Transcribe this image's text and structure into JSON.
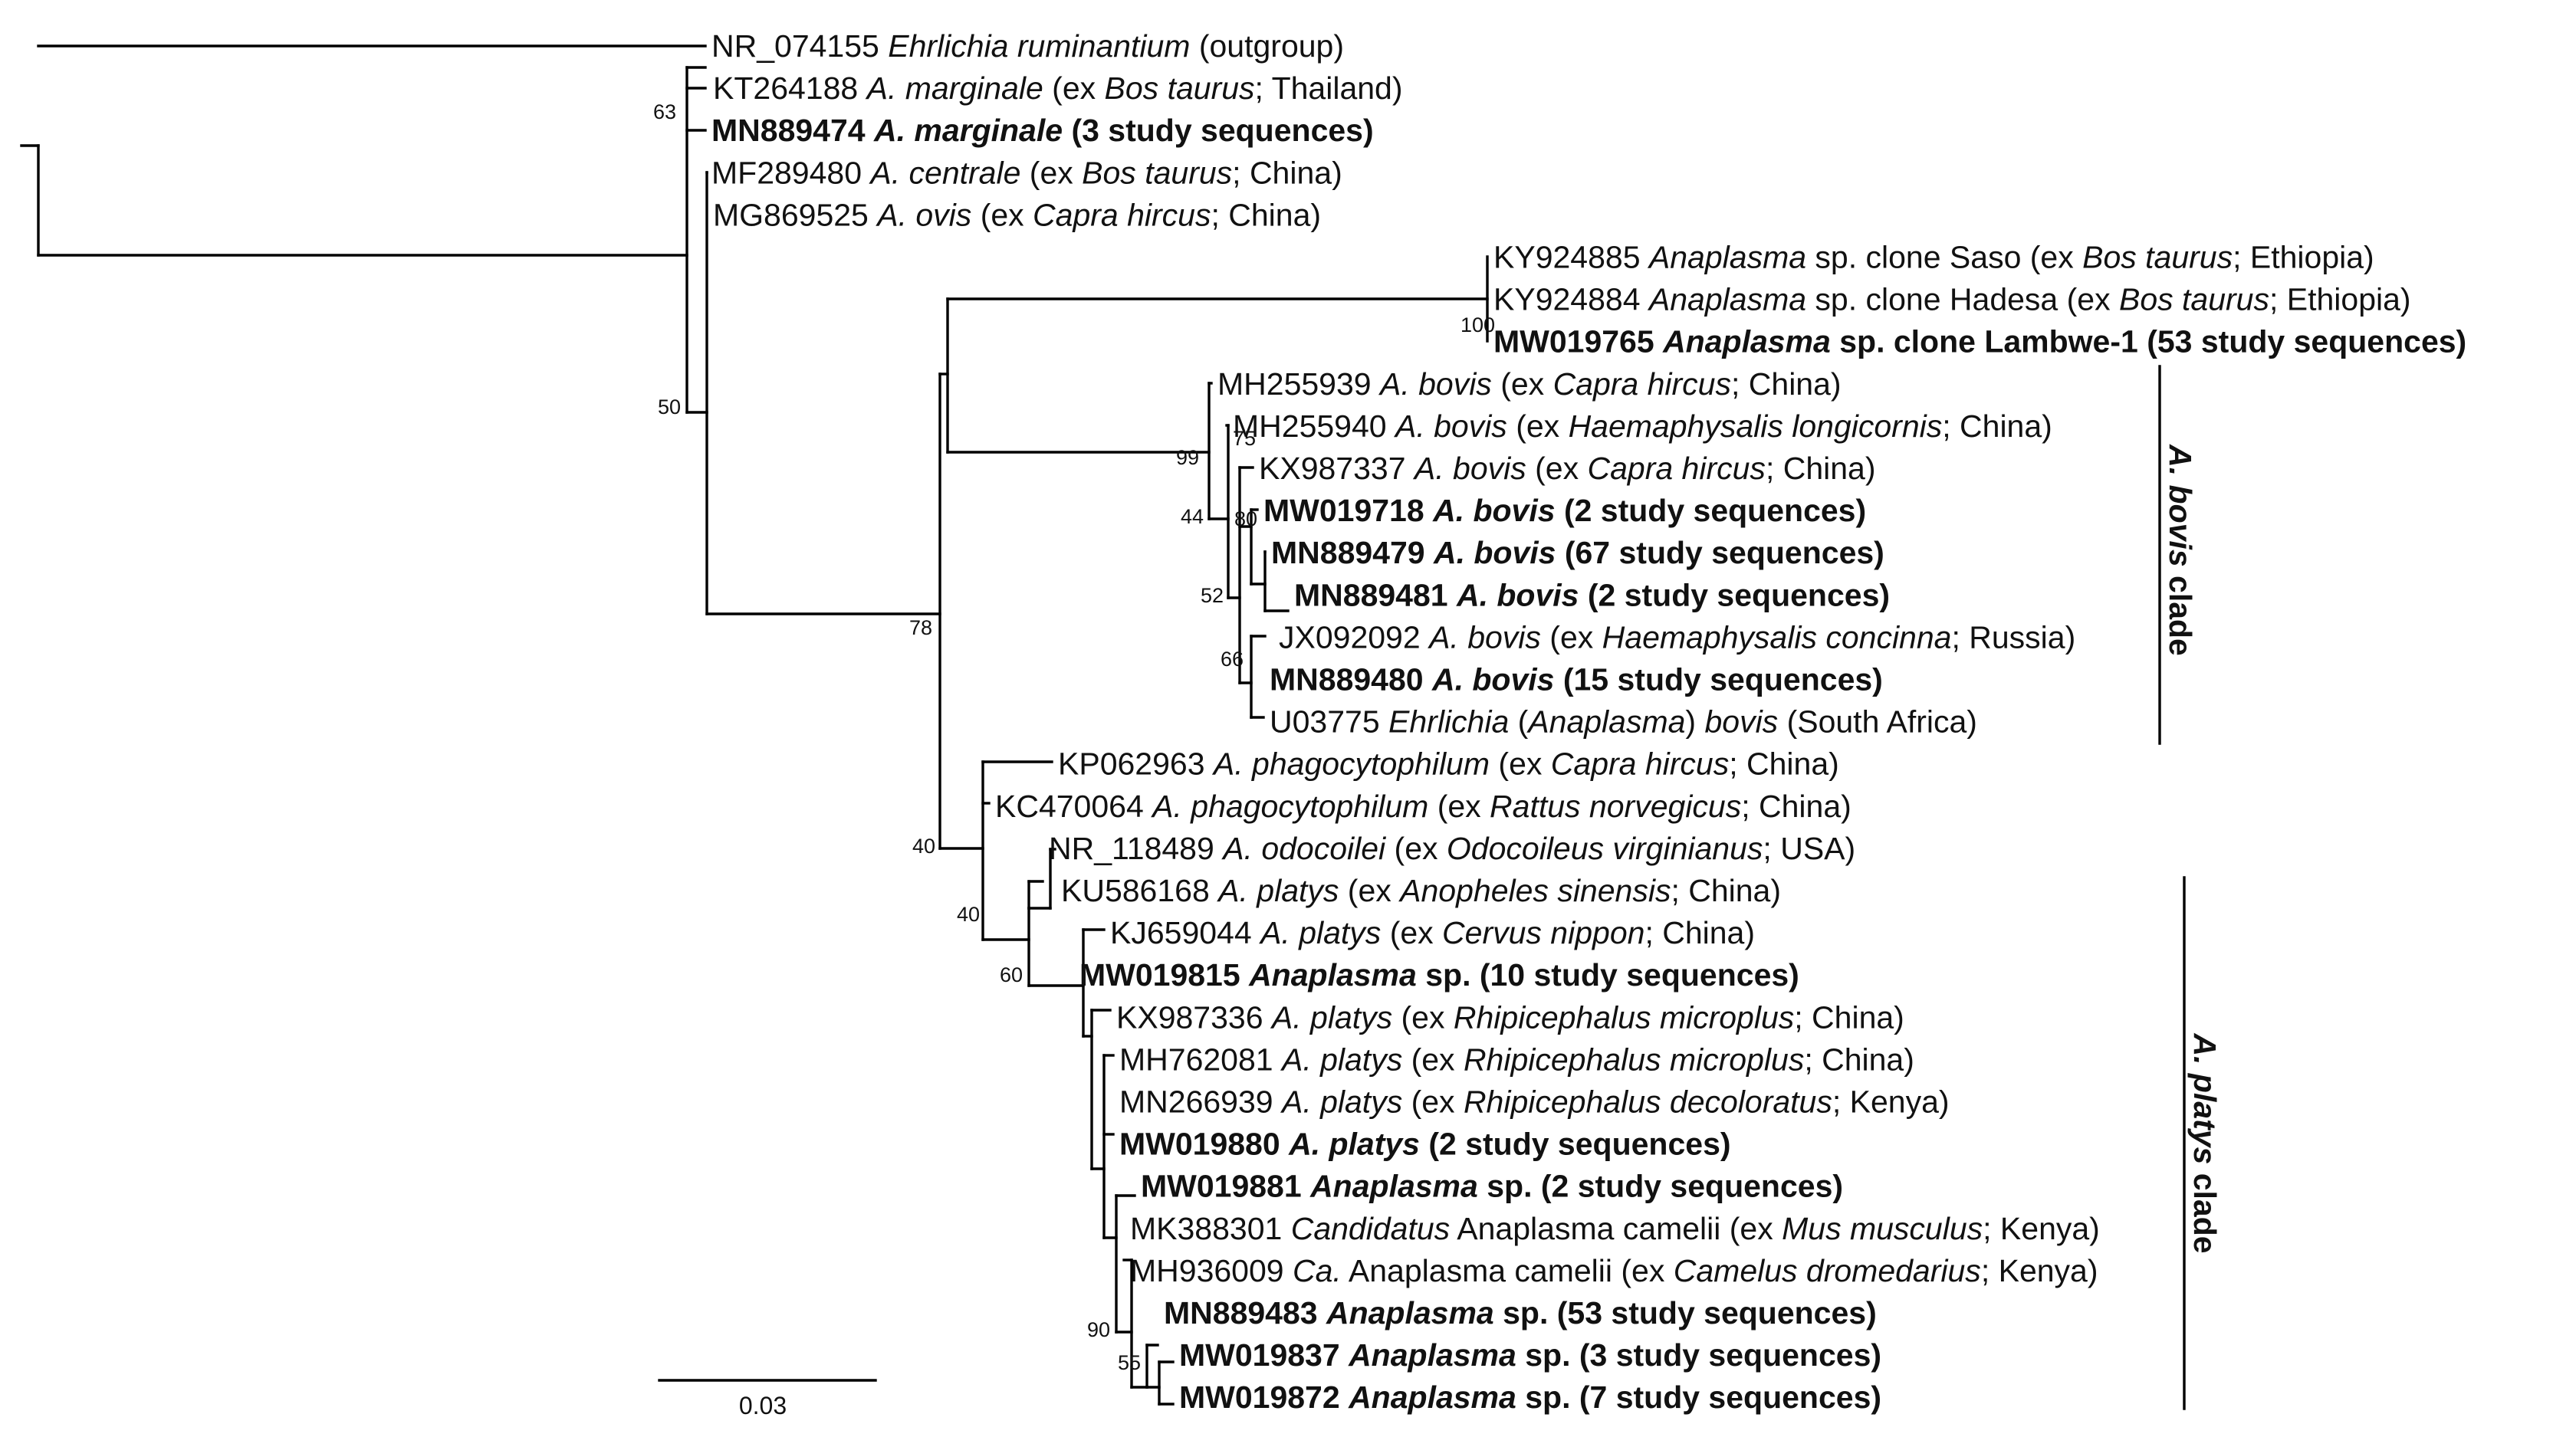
{
  "scale_bar": {
    "label": "0.03"
  },
  "clades": [
    {
      "id": "bovis",
      "prefix": "A. bovis",
      "suffix": " clade"
    },
    {
      "id": "platys",
      "prefix": "A. platys",
      "suffix": " clade"
    }
  ],
  "leaves": [
    {
      "id": "L0",
      "bold": false,
      "parts": [
        {
          "t": "NR_074155 "
        },
        {
          "t": "Ehrlichia ruminantium",
          "i": true
        },
        {
          "t": " (outgroup)"
        }
      ]
    },
    {
      "id": "L1",
      "bold": false,
      "parts": [
        {
          "t": "KT264188 "
        },
        {
          "t": "A. marginale",
          "i": true
        },
        {
          "t": " (ex "
        },
        {
          "t": "Bos taurus",
          "i": true
        },
        {
          "t": "; Thailand)"
        }
      ]
    },
    {
      "id": "L2",
      "bold": true,
      "parts": [
        {
          "t": "MN889474 "
        },
        {
          "t": "A. marginale",
          "i": true
        },
        {
          "t": " (3 study sequences)"
        }
      ]
    },
    {
      "id": "L3",
      "bold": false,
      "parts": [
        {
          "t": "MF289480 "
        },
        {
          "t": "A. centrale",
          "i": true
        },
        {
          "t": " (ex "
        },
        {
          "t": "Bos taurus",
          "i": true
        },
        {
          "t": "; China)"
        }
      ]
    },
    {
      "id": "L4",
      "bold": false,
      "parts": [
        {
          "t": "MG869525 "
        },
        {
          "t": "A. ovis",
          "i": true
        },
        {
          "t": " (ex "
        },
        {
          "t": "Capra hircus",
          "i": true
        },
        {
          "t": "; China)"
        }
      ]
    },
    {
      "id": "L5",
      "bold": false,
      "parts": [
        {
          "t": "KY924885 "
        },
        {
          "t": "Anaplasma",
          "i": true
        },
        {
          "t": " sp. clone Saso (ex "
        },
        {
          "t": "Bos taurus",
          "i": true
        },
        {
          "t": "; Ethiopia)"
        }
      ]
    },
    {
      "id": "L6",
      "bold": false,
      "parts": [
        {
          "t": "KY924884 "
        },
        {
          "t": "Anaplasma",
          "i": true
        },
        {
          "t": " sp. clone Hadesa (ex "
        },
        {
          "t": "Bos taurus",
          "i": true
        },
        {
          "t": "; Ethiopia)"
        }
      ]
    },
    {
      "id": "L7",
      "bold": true,
      "parts": [
        {
          "t": "MW019765 "
        },
        {
          "t": "Anaplasma",
          "i": true
        },
        {
          "t": " sp. clone Lambwe-1 (53 study sequences)"
        }
      ]
    },
    {
      "id": "L8",
      "bold": false,
      "parts": [
        {
          "t": "MH255939 "
        },
        {
          "t": "A. bovis",
          "i": true
        },
        {
          "t": " (ex "
        },
        {
          "t": "Capra hircus",
          "i": true
        },
        {
          "t": "; China)"
        }
      ]
    },
    {
      "id": "L9",
      "bold": false,
      "parts": [
        {
          "t": "MH255940 "
        },
        {
          "t": "A. bovis",
          "i": true
        },
        {
          "t": " (ex "
        },
        {
          "t": "Haemaphysalis longicornis",
          "i": true
        },
        {
          "t": "; China)"
        }
      ]
    },
    {
      "id": "L10",
      "bold": false,
      "parts": [
        {
          "t": "KX987337 "
        },
        {
          "t": "A. bovis",
          "i": true
        },
        {
          "t": " (ex "
        },
        {
          "t": "Capra hircus",
          "i": true
        },
        {
          "t": "; China)"
        }
      ]
    },
    {
      "id": "L11",
      "bold": true,
      "parts": [
        {
          "t": "MW019718 "
        },
        {
          "t": "A. bovis",
          "i": true
        },
        {
          "t": " (2 study sequences)"
        }
      ]
    },
    {
      "id": "L12",
      "bold": true,
      "parts": [
        {
          "t": "MN889479 "
        },
        {
          "t": "A. bovis",
          "i": true
        },
        {
          "t": " (67 study sequences)"
        }
      ]
    },
    {
      "id": "L13",
      "bold": true,
      "parts": [
        {
          "t": "MN889481 "
        },
        {
          "t": "A. bovis",
          "i": true
        },
        {
          "t": " (2 study sequences)"
        }
      ]
    },
    {
      "id": "L14",
      "bold": false,
      "parts": [
        {
          "t": "JX092092 "
        },
        {
          "t": "A. bovis",
          "i": true
        },
        {
          "t": " (ex "
        },
        {
          "t": "Haemaphysalis concinna",
          "i": true
        },
        {
          "t": "; Russia)"
        }
      ]
    },
    {
      "id": "L15",
      "bold": true,
      "parts": [
        {
          "t": "MN889480 "
        },
        {
          "t": "A. bovis",
          "i": true
        },
        {
          "t": " (15 study sequences)"
        }
      ]
    },
    {
      "id": "L16",
      "bold": false,
      "parts": [
        {
          "t": "U03775 "
        },
        {
          "t": "Ehrlichia",
          "i": true
        },
        {
          "t": " ("
        },
        {
          "t": "Anaplasma",
          "i": true
        },
        {
          "t": ") "
        },
        {
          "t": "bovis",
          "i": true
        },
        {
          "t": " (South Africa)"
        }
      ]
    },
    {
      "id": "L17",
      "bold": false,
      "parts": [
        {
          "t": "KP062963 "
        },
        {
          "t": "A. phagocytophilum",
          "i": true
        },
        {
          "t": " (ex "
        },
        {
          "t": "Capra hircus",
          "i": true
        },
        {
          "t": "; China)"
        }
      ]
    },
    {
      "id": "L18",
      "bold": false,
      "parts": [
        {
          "t": "KC470064 "
        },
        {
          "t": "A. phagocytophilum",
          "i": true
        },
        {
          "t": " (ex "
        },
        {
          "t": "Rattus norvegicus",
          "i": true
        },
        {
          "t": "; China)"
        }
      ]
    },
    {
      "id": "L19",
      "bold": false,
      "parts": [
        {
          "t": "NR_118489 "
        },
        {
          "t": "A. odocoilei",
          "i": true
        },
        {
          "t": " (ex "
        },
        {
          "t": "Odocoileus virginianus",
          "i": true
        },
        {
          "t": "; USA)"
        }
      ]
    },
    {
      "id": "L20",
      "bold": false,
      "parts": [
        {
          "t": "KU586168 "
        },
        {
          "t": "A. platys",
          "i": true
        },
        {
          "t": " (ex "
        },
        {
          "t": "Anopheles sinensis",
          "i": true
        },
        {
          "t": "; China)"
        }
      ]
    },
    {
      "id": "L21",
      "bold": false,
      "parts": [
        {
          "t": "KJ659044 "
        },
        {
          "t": "A. platys",
          "i": true
        },
        {
          "t": " (ex "
        },
        {
          "t": "Cervus nippon",
          "i": true
        },
        {
          "t": "; China)"
        }
      ]
    },
    {
      "id": "L22",
      "bold": true,
      "parts": [
        {
          "t": "MW019815 "
        },
        {
          "t": "Anaplasma",
          "i": true
        },
        {
          "t": " sp. (10 study sequences)"
        }
      ]
    },
    {
      "id": "L23",
      "bold": false,
      "parts": [
        {
          "t": "KX987336 "
        },
        {
          "t": "A. platys",
          "i": true
        },
        {
          "t": " (ex "
        },
        {
          "t": "Rhipicephalus microplus",
          "i": true
        },
        {
          "t": "; China)"
        }
      ]
    },
    {
      "id": "L24",
      "bold": false,
      "parts": [
        {
          "t": "MH762081 "
        },
        {
          "t": "A. platys",
          "i": true
        },
        {
          "t": " (ex "
        },
        {
          "t": "Rhipicephalus microplus",
          "i": true
        },
        {
          "t": "; China)"
        }
      ]
    },
    {
      "id": "L25",
      "bold": false,
      "parts": [
        {
          "t": "MN266939 "
        },
        {
          "t": "A. platys",
          "i": true
        },
        {
          "t": " (ex "
        },
        {
          "t": "Rhipicephalus decoloratus",
          "i": true
        },
        {
          "t": "; Kenya)"
        }
      ]
    },
    {
      "id": "L26",
      "bold": true,
      "parts": [
        {
          "t": "MW019880 "
        },
        {
          "t": "A. platys",
          "i": true
        },
        {
          "t": " (2 study sequences)"
        }
      ]
    },
    {
      "id": "L27",
      "bold": true,
      "parts": [
        {
          "t": "MW019881 "
        },
        {
          "t": "Anaplasma",
          "i": true
        },
        {
          "t": " sp.  (2 study sequences)"
        }
      ]
    },
    {
      "id": "L28",
      "bold": false,
      "parts": [
        {
          "t": "MK388301 "
        },
        {
          "t": "Candidatus",
          "i": true
        },
        {
          "t": " Anaplasma camelii (ex "
        },
        {
          "t": "Mus musculus",
          "i": true
        },
        {
          "t": "; Kenya)"
        }
      ]
    },
    {
      "id": "L29",
      "bold": false,
      "parts": [
        {
          "t": "MH936009 "
        },
        {
          "t": "Ca.",
          "i": true
        },
        {
          "t": " Anaplasma camelii (ex "
        },
        {
          "t": "Camelus dromedarius",
          "i": true
        },
        {
          "t": "; Kenya)"
        }
      ]
    },
    {
      "id": "L30",
      "bold": true,
      "parts": [
        {
          "t": "MN889483 "
        },
        {
          "t": "Anaplasma",
          "i": true
        },
        {
          "t": " sp. (53 study sequences)"
        }
      ]
    },
    {
      "id": "L31",
      "bold": true,
      "parts": [
        {
          "t": "MW019837 "
        },
        {
          "t": "Anaplasma",
          "i": true
        },
        {
          "t": " sp. (3 study sequences)"
        }
      ]
    },
    {
      "id": "L32",
      "bold": true,
      "parts": [
        {
          "t": "MW019872 "
        },
        {
          "t": "Anaplasma",
          "i": true
        },
        {
          "t": " sp. (7 study sequences)"
        }
      ]
    }
  ],
  "support_values": [
    {
      "node": "n_marg",
      "value": "63"
    },
    {
      "node": "n_ingroup",
      "value": "50"
    },
    {
      "node": "n_ethi",
      "value": "100"
    },
    {
      "node": "n_bovis",
      "value": "99"
    },
    {
      "node": "n_b75",
      "value": "75"
    },
    {
      "node": "n_b44",
      "value": "44"
    },
    {
      "node": "n_b80",
      "value": "80"
    },
    {
      "node": "n_b52",
      "value": "52"
    },
    {
      "node": "n_b66",
      "value": "66"
    },
    {
      "node": "n_78",
      "value": "78"
    },
    {
      "node": "n_40a",
      "value": "40"
    },
    {
      "node": "n_40b",
      "value": "40"
    },
    {
      "node": "n_60",
      "value": "60"
    },
    {
      "node": "n_90",
      "value": "90"
    },
    {
      "node": "n_55",
      "value": "55"
    }
  ]
}
